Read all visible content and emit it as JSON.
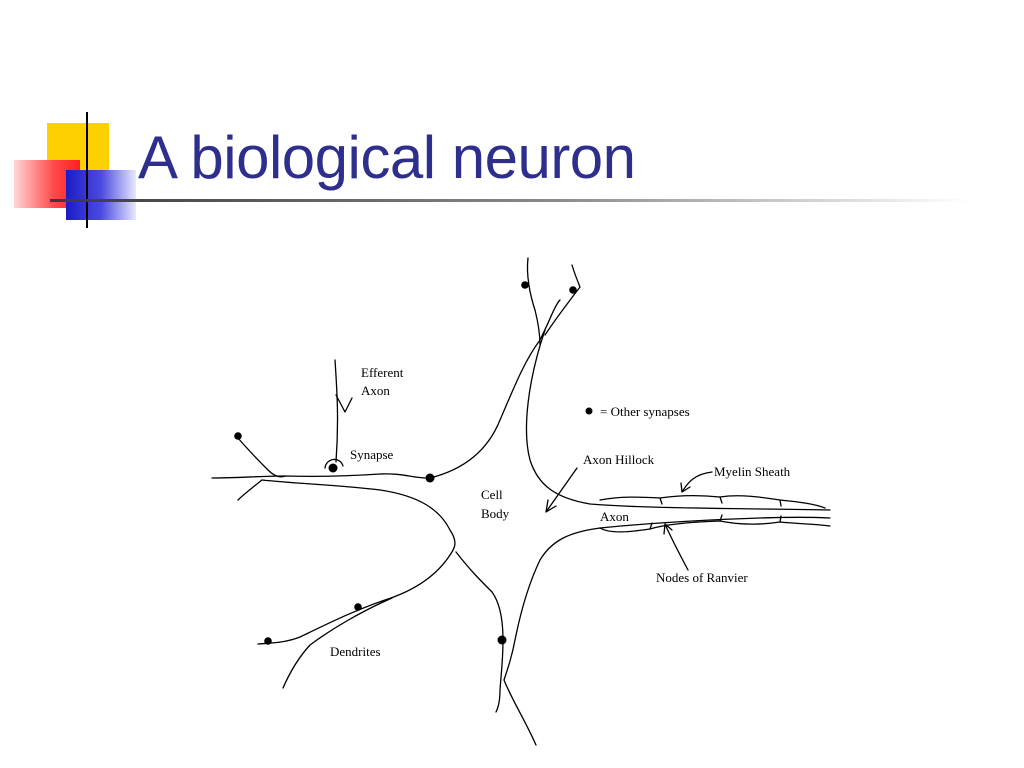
{
  "slide": {
    "title": "A biological neuron",
    "accent_colors": {
      "title": "#2e2e8c",
      "yellow": "#ffd000",
      "red": "#ff3030",
      "blue": "#2a2ad0"
    }
  },
  "diagram": {
    "labels": {
      "efferent_axon_line1": "Efferent",
      "efferent_axon_line2": "Axon",
      "synapse": "Synapse",
      "legend": "= Other synapses",
      "axon_hillock": "Axon Hillock",
      "myelin_sheath": "Myelin Sheath",
      "cell_body_line1": "Cell",
      "cell_body_line2": "Body",
      "axon": "Axon",
      "nodes_of_ranvier": "Nodes of Ranvier",
      "dendrites": "Dendrites"
    }
  }
}
